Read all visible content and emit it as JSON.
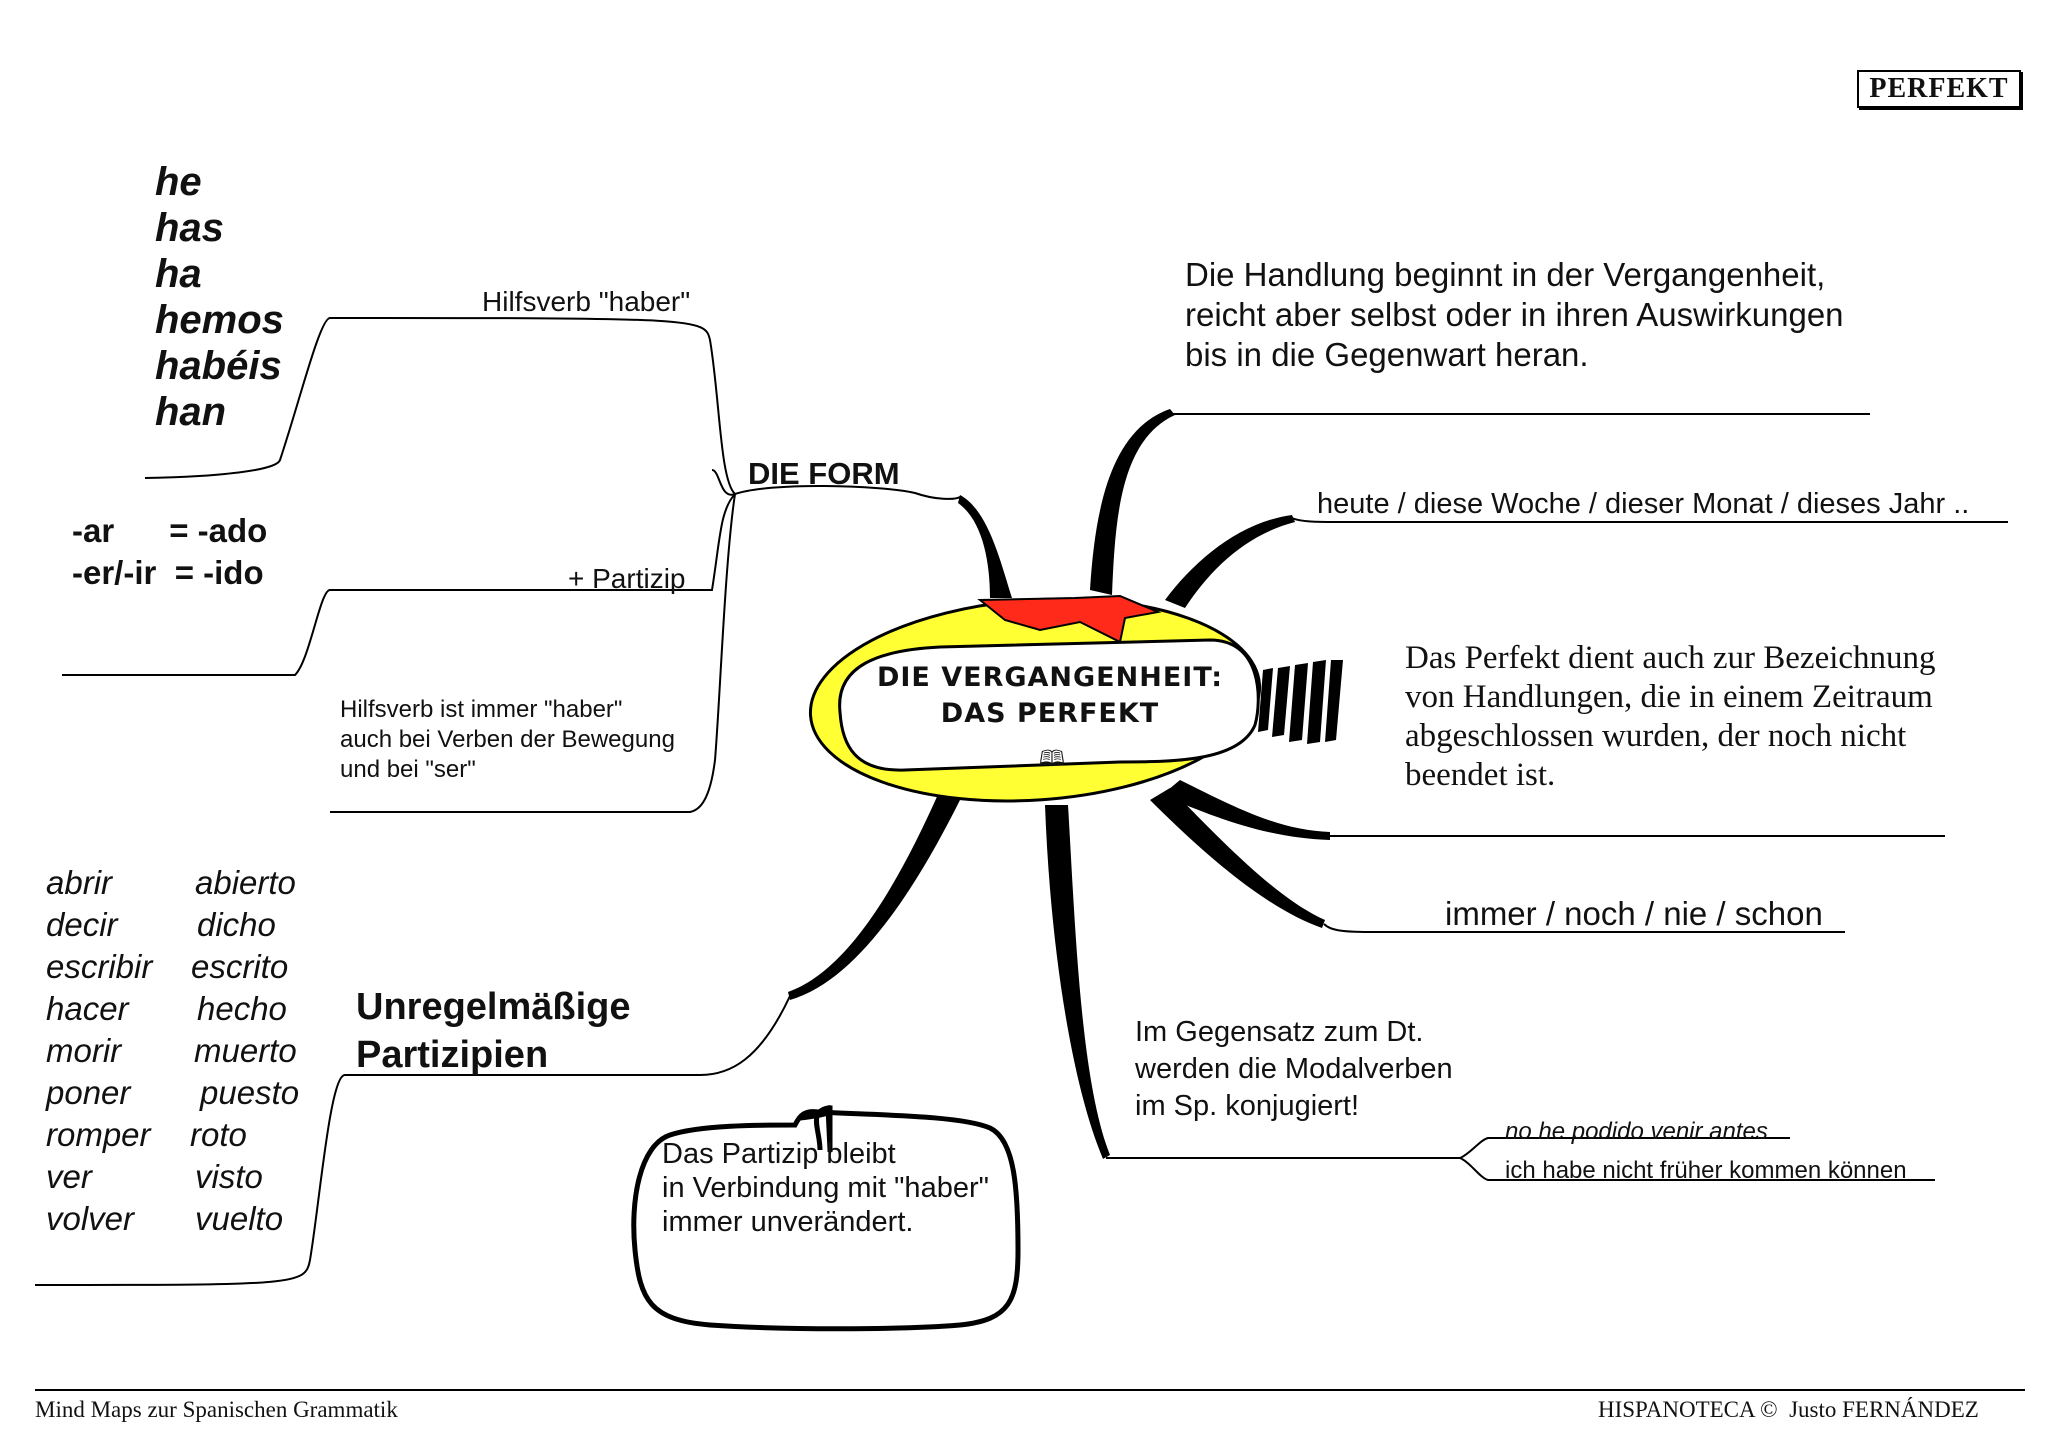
{
  "badge": "PERFEKT",
  "center": {
    "title_line1": "DIE VERGANGENHEIT:",
    "title_line2": "DAS PERFEKT",
    "book_icon": "open-book-icon"
  },
  "form": {
    "heading": "DIE FORM",
    "hilfsverb_label": "Hilfsverb \"haber\"",
    "aux_forms": [
      "he",
      "has",
      "ha",
      "hemos",
      "habéis",
      "han"
    ],
    "partizip_label": "+ Partizip",
    "endings": [
      "-ar      = -ado",
      "-er/-ir  = -ido"
    ],
    "note": [
      "Hilfsverb ist immer \"haber\"",
      "auch bei Verben der Bewegung",
      "und bei \"ser\""
    ]
  },
  "irregular": {
    "heading_line1": "Unregelmäßige",
    "heading_line2": "Partizipien",
    "infinitives": [
      "abrir",
      "decir",
      "escribir",
      "hacer",
      "morir",
      "poner",
      "romper",
      "ver",
      "volver"
    ],
    "participles": [
      "abierto",
      "dicho",
      "escrito",
      "hecho",
      "muerto",
      "puesto",
      "roto",
      "visto",
      "vuelto"
    ]
  },
  "callout": [
    "Das Partizip bleibt",
    "in Verbindung mit \"haber\"",
    "immer unverändert."
  ],
  "right": {
    "handlung": [
      "Die Handlung beginnt in der Vergangenheit,",
      "reicht aber selbst oder in ihren Auswirkungen",
      "bis in die Gegenwart heran."
    ],
    "zeitraum_words": "heute / diese Woche / dieser Monat / dieses Jahr ..",
    "zeitraum_text": [
      "Das Perfekt dient auch zur Bezeichnung",
      "von Handlungen, die in einem Zeitraum",
      "abgeschlossen wurden, der noch nicht",
      "beendet ist."
    ],
    "adverbs": "immer / noch / nie / schon",
    "modal": [
      "Im Gegensatz zum Dt.",
      "werden die Modalverben",
      "im Sp. konjugiert!"
    ],
    "example_es": "no he podido venir antes",
    "example_de": "ich habe nicht früher kommen können"
  },
  "footer": {
    "left": "Mind Maps zur Spanischen Grammatik",
    "right": "HISPANOTECA ©  Justo FERNÁNDEZ"
  }
}
